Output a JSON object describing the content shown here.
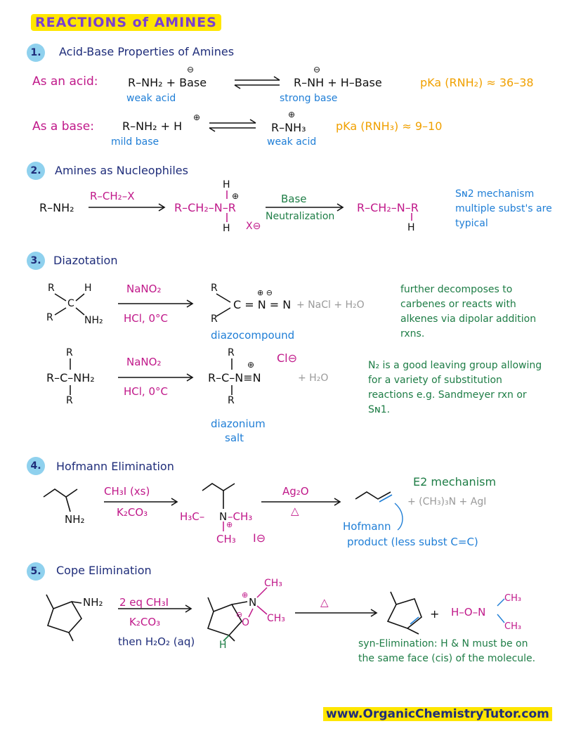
{
  "title": "REACTIONS of AMINES",
  "s1": {
    "num": "1.",
    "heading": "Acid-Base Properties of Amines",
    "acid_label": "As an acid:",
    "acid_reactant": "R–NH₂ + Base",
    "acid_reactant_charge": "⊖",
    "acid_product": "R–NH  +  H–Base",
    "acid_product_charge": "⊖",
    "acid_sub_left": "weak acid",
    "acid_sub_right": "strong base",
    "acid_pka": "pKa (RNH₂) ≈ 36–38",
    "base_label": "As a base:",
    "base_reactant": "R–NH₂ + H",
    "base_reactant_charge": "⊕",
    "base_product": "R–NH₃",
    "base_product_charge": "⊕",
    "base_sub_left": "mild base",
    "base_sub_right": "weak acid",
    "base_pka": "pKa (RNH₃) ≈ 9–10"
  },
  "s2": {
    "num": "2.",
    "heading": "Amines as Nucleophiles",
    "reactant": "R–NH₂",
    "reagent": "R–CH₂–X",
    "intermediate": "R–CH₂–N–R",
    "int_h_top": "H",
    "int_h_bottom": "H",
    "int_charge": "⊕",
    "int_counterion": "X⊖",
    "reagent2_top": "Base",
    "reagent2_bottom": "Neutralization",
    "product": "R–CH₂–N–R",
    "product_h": "H",
    "note": "Sɴ2 mechanism multiple subst's are typical"
  },
  "s3": {
    "num": "3.",
    "heading": "Diazotation",
    "r1_reactant_r_top": "R",
    "r1_reactant_h": "H",
    "r1_reactant_c": "C",
    "r1_reactant_r_bottom": "R",
    "r1_reactant_nh2": "NH₂",
    "r1_reagent_top": "NaNO₂",
    "r1_reagent_bottom": "HCl, 0°C",
    "r1_product_r_top": "R",
    "r1_product": "C = N = N",
    "r1_product_r_bottom": "R",
    "r1_charges": "⊕  ⊖",
    "r1_byproduct": "+ NaCl + H₂O",
    "r1_label": "diazocompound",
    "r1_note": "further decomposes to carbenes or reacts with alkenes via dipolar addition rxns.",
    "r2_reactant_r_top": "R",
    "r2_reactant": "R–C–NH₂",
    "r2_reactant_r_bottom": "R",
    "r2_reagent_top": "NaNO₂",
    "r2_reagent_bottom": "HCl, 0°C",
    "r2_product_r_top": "R",
    "r2_product": "R–C–N≡N",
    "r2_product_r_bottom": "R",
    "r2_charge": "⊕",
    "r2_counterion": "Cl⊖",
    "r2_byproduct": "+ H₂O",
    "r2_label_1": "diazonium",
    "r2_label_2": "salt",
    "r2_note": "N₂ is a good leaving group allowing for a variety of substitution reactions e.g. Sandmeyer rxn or Sɴ1."
  },
  "s4": {
    "num": "4.",
    "heading": "Hofmann Elimination",
    "reactant_nh2": "NH₂",
    "reagent_top": "CH₃I (xs)",
    "reagent_bottom": "K₂CO₃",
    "int_left": "H₃C–",
    "int_n": "N",
    "int_right": "–CH₃",
    "int_bottom": "CH₃",
    "int_charge": "⊕",
    "int_counterion": "I⊖",
    "reagent2_top": "Ag₂O",
    "reagent2_bottom": "△",
    "note_top": "E2 mechanism",
    "byproduct": "+ (CH₃)₃N + AgI",
    "product_label_1": "Hofmann",
    "product_label_2": "product (less subst C=C)"
  },
  "s5": {
    "num": "5.",
    "heading": "Cope Elimination",
    "reactant_nh2": "NH₂",
    "reagent_top": "2 eq CH₃I",
    "reagent_mid": "K₂CO₃",
    "reagent_bottom": "then H₂O₂ (aq)",
    "int_ch3_top": "CH₃",
    "int_n": "N",
    "int_ch3_right": "CH₃",
    "int_o": "O",
    "int_charge_n": "⊕",
    "int_charge_o": "⊖",
    "int_h": "H",
    "reagent2": "△",
    "byproduct_plus": "+",
    "byproduct": "H–O–N",
    "byproduct_ch3_top": "CH₃",
    "byproduct_ch3_bottom": "CH₃",
    "note": "syn-Elimination: H & N must be on the same face (cis) of the molecule."
  },
  "footer": "www.OrganicChemistryTutor.com"
}
